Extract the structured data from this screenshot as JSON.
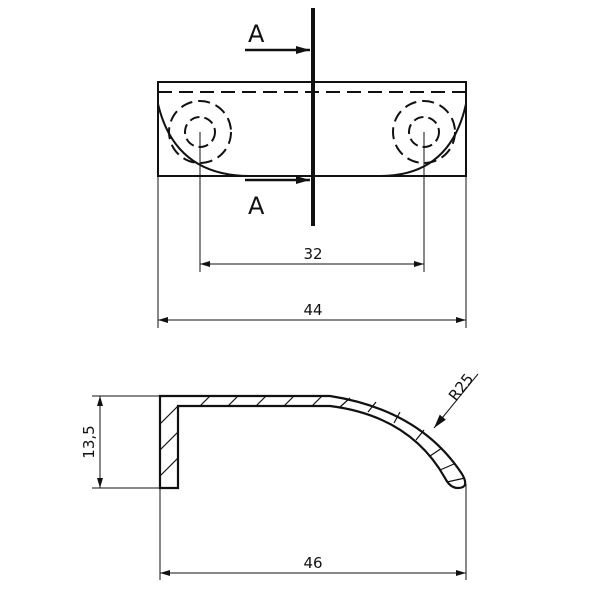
{
  "section_marks": {
    "top": "A",
    "bottom": "A"
  },
  "dimensions": {
    "hole_spacing": "32",
    "top_width": "44",
    "height": "13,5",
    "profile_width": "46",
    "radius": "R25"
  },
  "colors": {
    "line": "#111111",
    "background": "#ffffff"
  }
}
